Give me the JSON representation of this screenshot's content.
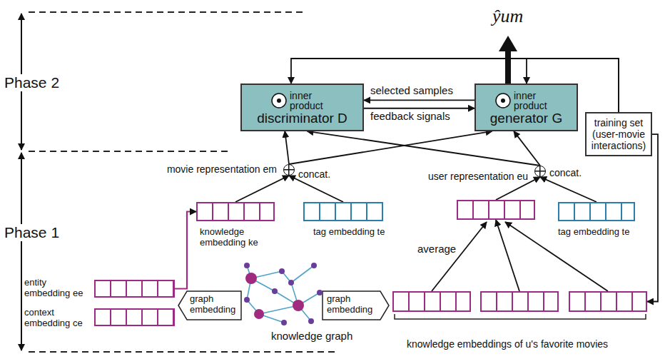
{
  "diagram": {
    "nodes": [
      {
        "text": [
          "discriminator D",
          "inner product"
        ]
      },
      {
        "text": [
          "generator G",
          "inner product"
        ]
      },
      {
        "text": [
          "training set (user-movie interactions)"
        ]
      },
      {
        "text": [
          "movie representation em",
          "concat."
        ]
      },
      {
        "text": [
          "user representation eu",
          "concat."
        ]
      },
      {
        "text": [
          "knowledge embedding ke"
        ]
      },
      {
        "text": [
          "tag embedding te"
        ]
      },
      {
        "text": [
          "average"
        ]
      },
      {
        "text": [
          "tag embedding te"
        ]
      },
      {
        "text": [
          "entity embedding ee"
        ]
      },
      {
        "text": [
          "context embedding ce"
        ]
      },
      {
        "text": [
          "knowledge graph"
        ]
      },
      {
        "text": [
          "knowledge embeddings of u's favorite movies"
        ]
      }
    ],
    "edges": [
      {
        "from": 2,
        "to": 0,
        "arrow": "to"
      },
      {
        "from": 2,
        "to": 1,
        "arrow": "to"
      },
      {
        "from": 1,
        "to": 0,
        "label": "selected samples",
        "arrow": "to"
      },
      {
        "from": 0,
        "to": 1,
        "label": "feedback signals",
        "arrow": "to"
      },
      {
        "from": 3,
        "to": 0,
        "arrow": "to"
      },
      {
        "from": 3,
        "to": 1,
        "arrow": "to"
      },
      {
        "from": 4,
        "to": 0,
        "arrow": "to"
      },
      {
        "from": 4,
        "to": 1,
        "arrow": "to"
      },
      {
        "from": 5,
        "to": 3,
        "arrow": "to"
      },
      {
        "from": 6,
        "to": 3,
        "arrow": "to"
      },
      {
        "from": 7,
        "to": 4,
        "arrow": "to"
      },
      {
        "from": 8,
        "to": 4,
        "arrow": "to"
      },
      {
        "from": 12,
        "to": 7,
        "arrow": "to"
      },
      {
        "from": 9,
        "to": 5,
        "arrow": "to"
      },
      {
        "from": 2,
        "to": 12,
        "arrow": "to"
      }
    ],
    "labels": [
      "ŷum",
      "Phase 2",
      "Phase 1",
      "graph embedding",
      "graph embedding"
    ]
  }
}
